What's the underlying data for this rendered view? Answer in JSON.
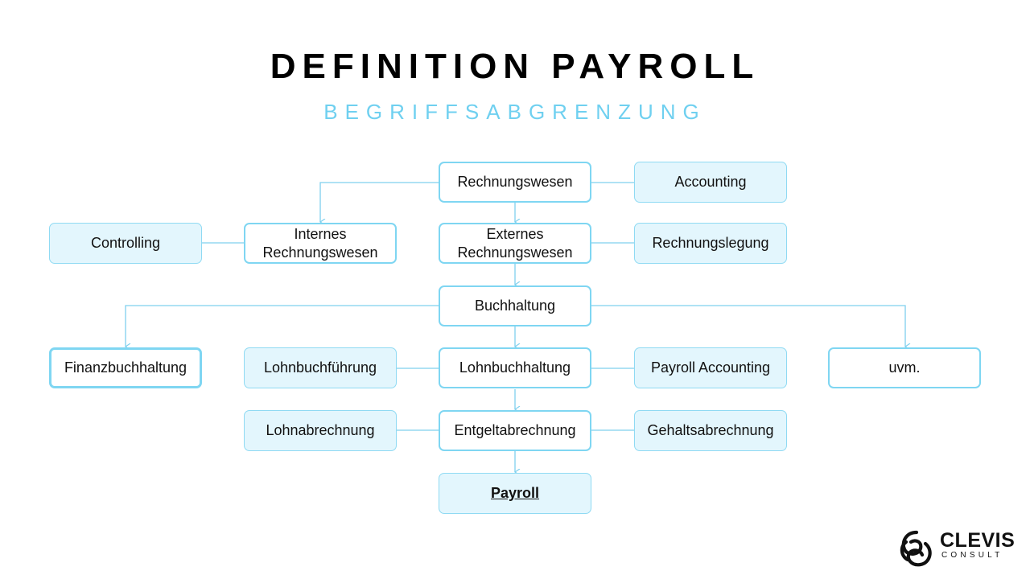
{
  "title": "DEFINITION PAYROLL",
  "subtitle": "BEGRIFFSABGRENZUNG",
  "nodes": {
    "rechnungswesen": "Rechnungswesen",
    "accounting": "Accounting",
    "controlling": "Controlling",
    "internes_line1": "Internes",
    "internes_line2": "Rechnungswesen",
    "externes_line1": "Externes",
    "externes_line2": "Rechnungswesen",
    "rechnungslegung": "Rechnungslegung",
    "buchhaltung": "Buchhaltung",
    "finanzbuchhaltung": "Finanzbuchhaltung",
    "lohnbuchfuehrung": "Lohnbuchführung",
    "lohnbuchhaltung": "Lohnbuchhaltung",
    "payroll_accounting": "Payroll Accounting",
    "uvm": "uvm.",
    "lohnabrechnung": "Lohnabrechnung",
    "entgeltabrechnung": "Entgeltabrechnung",
    "gehaltsabrechnung": "Gehaltsabrechnung",
    "payroll": "Payroll"
  },
  "logo": {
    "name": "CLEVIS",
    "sub": "CONSULT"
  },
  "colors": {
    "accent": "#6fd0f0",
    "connector": "#7fd0ee",
    "box_fill": "#e3f6fd",
    "box_border": "#7fd6f2"
  }
}
